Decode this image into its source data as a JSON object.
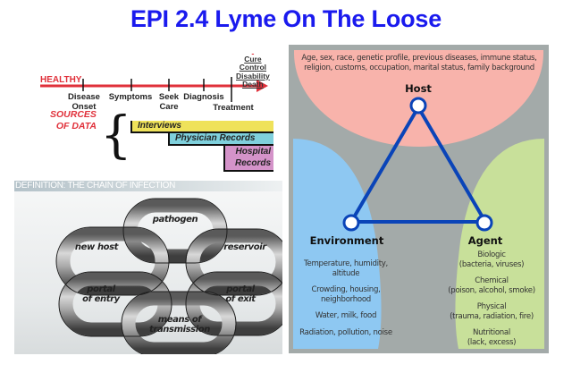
{
  "title": "EPI 2.4 Lyme On The Loose",
  "timeline": {
    "start_label": "HEALTHY",
    "stages": [
      {
        "label_1": "Disease",
        "label_2": "Onset"
      },
      {
        "label_1": "Symptoms",
        "label_2": ""
      },
      {
        "label_1": "Seek",
        "label_2": "Care"
      },
      {
        "label_1": "Diagnosis",
        "label_2": ""
      },
      {
        "label_1": "Treatment",
        "label_2": ""
      }
    ],
    "outcomes": [
      "Cure",
      "Control",
      "Disability",
      "Death"
    ],
    "sources_label_1": "SOURCES",
    "sources_label_2": "OF DATA",
    "sources": [
      {
        "label_1": "Interviews",
        "label_2": "",
        "color": "#efe25a"
      },
      {
        "label_1": "Physician Records",
        "label_2": "",
        "color": "#7fd0dc"
      },
      {
        "label_1": "Hospital",
        "label_2": "Records",
        "color": "#d493c9"
      }
    ],
    "arrow_color": "#e0303a"
  },
  "chain": {
    "heading": "DEFINITION: THE CHAIN OF INFECTION",
    "links": [
      {
        "label_1": "pathogen",
        "label_2": ""
      },
      {
        "label_1": "new host",
        "label_2": ""
      },
      {
        "label_1": "reservoir",
        "label_2": ""
      },
      {
        "label_1": "portal",
        "label_2": "of entry"
      },
      {
        "label_1": "portal",
        "label_2": "of exit"
      },
      {
        "label_1": "means of",
        "label_2": "transmission"
      }
    ]
  },
  "triad": {
    "host": {
      "title": "Host",
      "factors_1": "Age, sex, race, genetic profile, previous diseases, immune status,",
      "factors_2": "religion, customs, occupation, marital status, family background",
      "color": "#f8b3ab"
    },
    "environment": {
      "title": "Environment",
      "factors": [
        [
          "Temperature, humidity,",
          "altitude"
        ],
        [
          "Crowding, housing,",
          "neighborhood"
        ],
        [
          "Water, milk, food",
          ""
        ],
        [
          "Radiation, pollution, noise",
          ""
        ]
      ],
      "color": "#8ec8f2"
    },
    "agent": {
      "title": "Agent",
      "factors": [
        [
          "Biologic",
          "(bacteria, viruses)"
        ],
        [
          "Chemical",
          "(poison, alcohol, smoke)"
        ],
        [
          "Physical",
          "(trauma, radiation, fire)"
        ],
        [
          "Nutritional",
          "(lack, excess)"
        ]
      ],
      "color": "#c8e09a"
    },
    "triangle_color": "#0a44b8",
    "background_color": "#a3aaa9"
  }
}
